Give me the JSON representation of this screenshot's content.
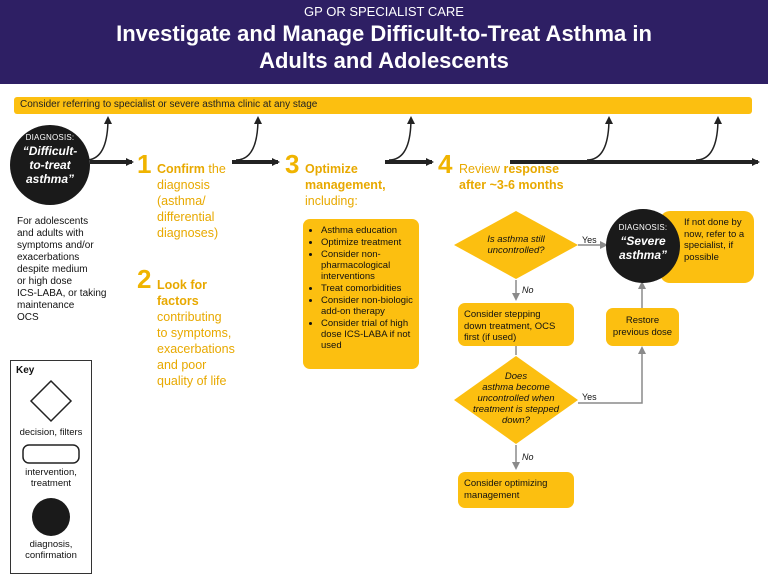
{
  "header": {
    "subtitle": "GP OR SPECIALIST CARE",
    "title_line1": "Investigate and Manage Difficult-to-Treat Asthma in",
    "title_line2": "Adults and Adolescents"
  },
  "refer_banner": "Consider referring to specialist or severe asthma clinic at any stage",
  "diagnosis_start": {
    "label": "DIAGNOSIS:",
    "line1": "“Difficult-",
    "line2": "to-treat",
    "line3": "asthma”"
  },
  "population_text": [
    "For adolescents",
    "and adults with",
    "symptoms and/or",
    "exacerbations",
    "despite medium",
    "or high dose",
    "ICS-LABA, or taking",
    "maintenance",
    "OCS"
  ],
  "step1": {
    "number": "1",
    "bold": "Confirm",
    "rest1": " the",
    "lines": [
      "diagnosis",
      "(asthma/",
      "differential",
      "diagnoses)"
    ]
  },
  "step2": {
    "number": "2",
    "bold_lines": [
      "Look for",
      "factors"
    ],
    "lines": [
      "contributing",
      "to symptoms,",
      "exacerbations",
      "and poor",
      "quality of life"
    ]
  },
  "step3": {
    "number": "3",
    "bold_lines": [
      "Optimize",
      "management,"
    ],
    "lines": [
      "including:"
    ],
    "items": [
      "Asthma education",
      "Optimize treatment",
      "Consider non-pharmacological interventions",
      "Treat comorbidities",
      "Consider non-biologic add-on therapy",
      "Consider trial of high dose ICS-LABA if not used"
    ]
  },
  "step4": {
    "number": "4",
    "plain": "Review",
    "bold": " response",
    "line2": "after ~3-6 months"
  },
  "decision1": {
    "line1": "Is asthma still",
    "line2": "uncontrolled?"
  },
  "decision2": {
    "lines": [
      "Does",
      "asthma become",
      "uncontrolled when",
      "treatment is stepped",
      "down?"
    ]
  },
  "edge_labels": {
    "yes1": "Yes",
    "no1": "No",
    "yes2": "Yes",
    "no2": "No"
  },
  "box_stepdown": [
    "Consider stepping",
    "down treatment, OCS",
    "first (if used)"
  ],
  "box_restore": [
    "Restore",
    "previous dose"
  ],
  "box_optimizing": [
    "Consider optimizing",
    "management"
  ],
  "diagnosis_severe": {
    "label": "DIAGNOSIS:",
    "line1": "“Severe",
    "line2": "asthma”"
  },
  "refer_specialist": [
    "If not done by",
    "now, refer to a",
    "specialist, if",
    "possible"
  ],
  "key": {
    "title": "Key",
    "decision": "decision, filters",
    "intervention": [
      "intervention,",
      "treatment"
    ],
    "diagnosis": [
      "diagnosis,",
      "confirmation"
    ]
  },
  "colors": {
    "navy": "#2e1f64",
    "gold": "#fcbf10",
    "gold_text": "#e8a900",
    "black": "#1a1a1a",
    "gray_line": "#9a9a9a"
  }
}
